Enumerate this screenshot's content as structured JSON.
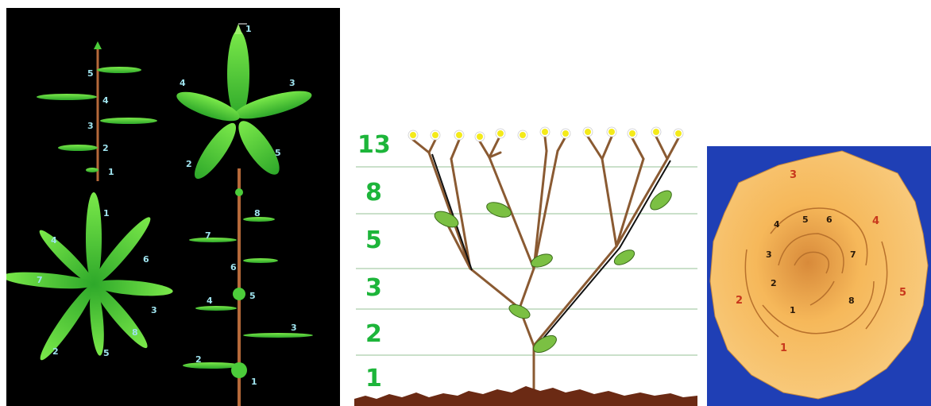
{
  "leaves_panel": {
    "stem_top_left": {
      "labels": [
        "5",
        "4",
        "3",
        "2",
        "1"
      ]
    },
    "whorl_top_right": {
      "labels": [
        "1",
        "3",
        "4",
        "5",
        "2"
      ]
    },
    "whorl_bottom_left": {
      "labels": [
        "1",
        "4",
        "6",
        "7",
        "3",
        "8",
        "2",
        "5"
      ]
    },
    "stem_bottom_right": {
      "labels": [
        "8",
        "7",
        "6",
        "5",
        "4",
        "3",
        "2",
        "1"
      ]
    }
  },
  "tree_panel": {
    "levels": [
      "13",
      "8",
      "5",
      "3",
      "2",
      "1"
    ],
    "colors": {
      "grid": "#b9d6b9",
      "branch": "#8a5a32",
      "leaf": "#7bc043",
      "flower": "#f4ea1a",
      "soil": "#6b2a14"
    }
  },
  "rose_panel": {
    "outer_labels": [
      "3",
      "4",
      "5",
      "1",
      "2"
    ],
    "inner_labels": [
      "4",
      "5",
      "6",
      "3",
      "7",
      "2",
      "8",
      "1"
    ],
    "colors": {
      "background": "#1f3fb5",
      "petal": "#f6b85a"
    }
  }
}
